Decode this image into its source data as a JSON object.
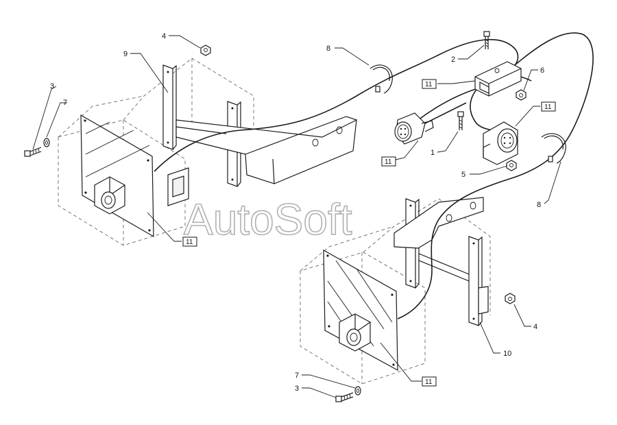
{
  "watermark": "AutoSoft",
  "callouts": {
    "c1": "1",
    "c2": "2",
    "c3a": "3",
    "c3b": "3",
    "c4a": "4",
    "c4b": "4",
    "c5": "5",
    "c6": "6",
    "c7a": "7",
    "c7b": "7",
    "c8a": "8",
    "c8b": "8",
    "c9": "9",
    "c10": "10"
  },
  "boxed_callouts": {
    "b11a": "11",
    "b11b": "11",
    "b11c": "11",
    "b11d": "11",
    "b11e": "11"
  }
}
